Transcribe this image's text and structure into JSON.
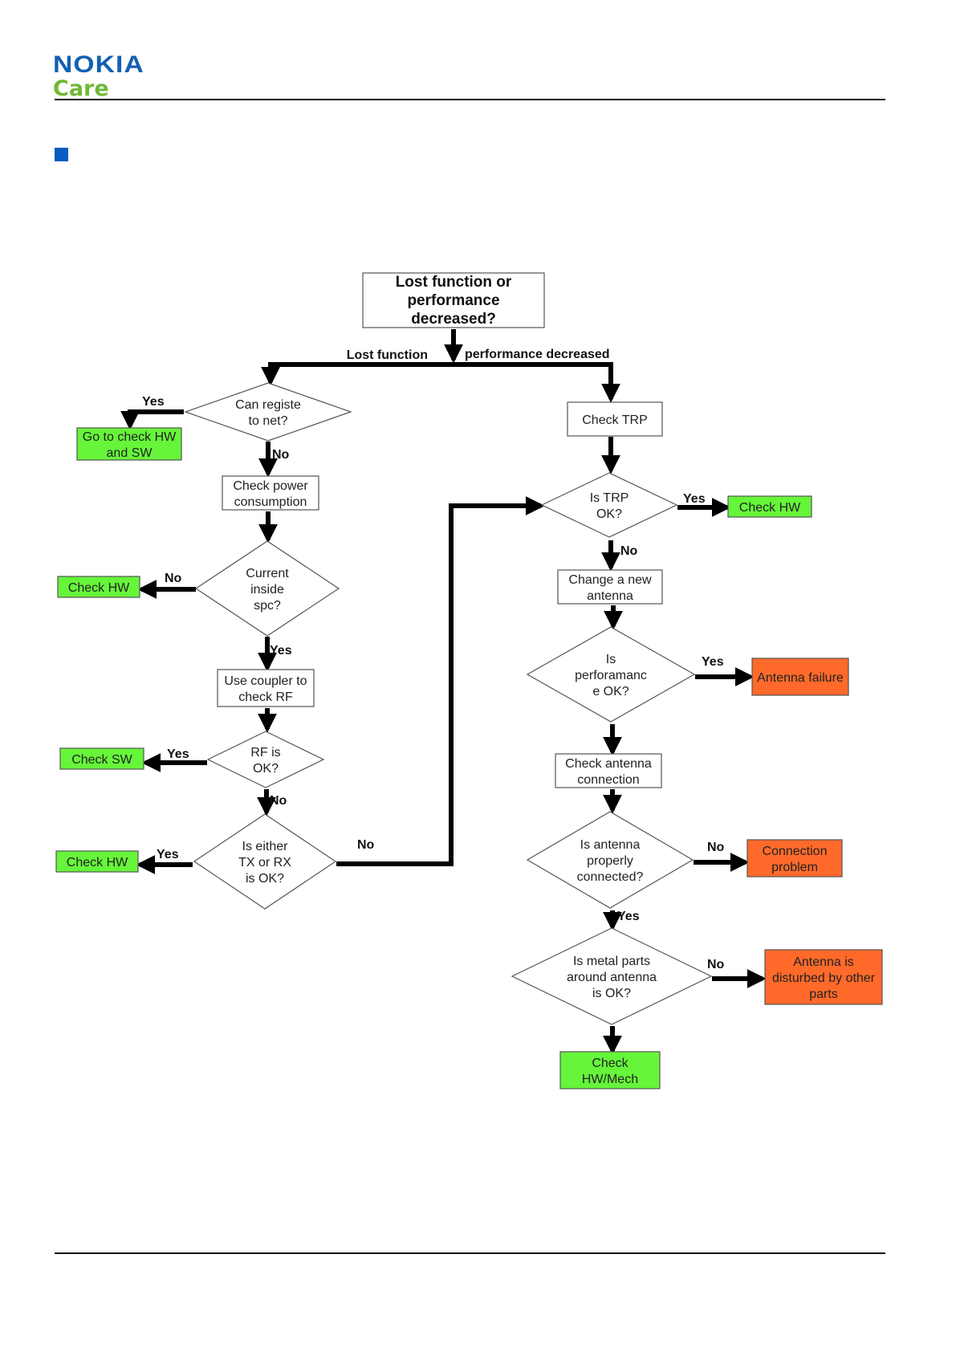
{
  "header": {
    "brand": "NOKIA",
    "brand_sub": "Care",
    "colors": {
      "brand_blue": "#1360b3",
      "brand_green": "#6fb935",
      "bullet": "#0a5cc2"
    }
  },
  "flowchart": {
    "colors": {
      "green": "#66f53a",
      "orange": "#ff6a2a",
      "white": "#ffffff",
      "line": "#000000"
    },
    "nodes": {
      "start": "Lost function or\nperformance\ndecreased?",
      "can_register": "Can registe\nto net?",
      "go_check_hw_sw": "Go to check HW\nand SW",
      "check_power": "Check power\nconsumption",
      "current_inside": "Current\ninside\nspc?",
      "check_hw_1": "Check HW",
      "use_coupler": "Use coupler to\ncheck RF",
      "rf_ok": "RF is\nOK?",
      "check_sw": "Check SW",
      "tx_rx_ok": "Is either\nTX or RX\nis OK?",
      "check_hw_2": "Check  HW",
      "check_trp": "Check TRP",
      "trp_ok": "Is TRP\nOK?",
      "check_hw_3": "Check HW",
      "change_antenna": "Change a new\nantenna",
      "performance_ok": "Is\nperforamanc\ne OK?",
      "antenna_failure": "Antenna failure",
      "check_antenna_conn": "Check antenna\nconnection",
      "antenna_connected": "Is antenna\nproperly\nconnected?",
      "connection_problem": "Connection\nproblem",
      "metal_parts_ok": "Is metal parts\naround antenna\nis OK?",
      "antenna_disturbed": "Antenna is\ndisturbed by other\nparts",
      "check_hw_mech": "Check\nHW/Mech"
    },
    "edge_labels": {
      "lost_function": "Lost function",
      "performance_decreased": "performance decreased",
      "register_yes": "Yes",
      "register_no": "No",
      "current_no": "No",
      "current_yes": "Yes",
      "rf_yes": "Yes",
      "rf_no": "No",
      "txrx_yes": "Yes",
      "txrx_no": "No",
      "trp_yes": "Yes",
      "trp_no": "No",
      "perf_yes": "Yes",
      "conn_no": "No",
      "conn_yes": "Yes",
      "metal_no": "No"
    }
  }
}
